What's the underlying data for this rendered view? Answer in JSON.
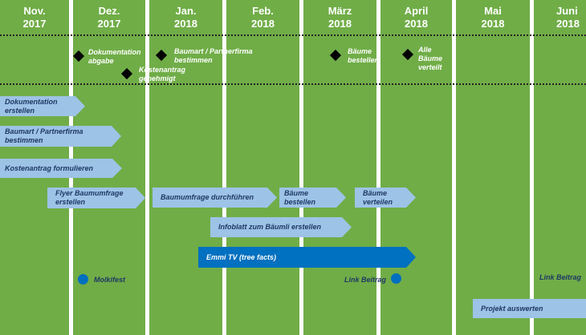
{
  "months": [
    {
      "name": "Nov.",
      "year": "2017"
    },
    {
      "name": "Dez.",
      "year": "2017"
    },
    {
      "name": "Jan.",
      "year": "2018"
    },
    {
      "name": "Feb.",
      "year": "2018"
    },
    {
      "name": "März",
      "year": "2018"
    },
    {
      "name": "April",
      "year": "2018"
    },
    {
      "name": "Mai",
      "year": "2018"
    },
    {
      "name": "Juni",
      "year": "2018"
    }
  ],
  "milestones": [
    {
      "line1": "Dokumentation",
      "line2": "abgabe"
    },
    {
      "line1": "Kostenantrag",
      "line2": "genehmigt"
    },
    {
      "line1": "Baumart / Partnerfirma",
      "line2": "bestimmen"
    },
    {
      "line1": "Bäume",
      "line2": "bestellen"
    },
    {
      "line1": "Alle",
      "line2": "Bäume",
      "line3": "verteilt"
    }
  ],
  "tasks": [
    {
      "line1": "Dokumentation",
      "line2": "erstellen"
    },
    {
      "line1": "Baumart / Partnerfirma",
      "line2": "bestimmen"
    },
    {
      "line1": "Kostenantrag formulieren"
    },
    {
      "line1": "Flyer Baumumfrage",
      "line2": "erstellen"
    },
    {
      "line1": "Baumumfrage durchführen"
    },
    {
      "line1": "Bäume",
      "line2": "bestellen"
    },
    {
      "line1": "Bäume",
      "line2": "verteilen"
    },
    {
      "line1": "Infoblatt zum Bäumli erstellen"
    },
    {
      "line1": "Emmi TV (tree facts)"
    },
    {
      "line1": "Projekt auswerten"
    }
  ],
  "events": [
    {
      "label": "Molkifest"
    },
    {
      "label": "Link Beitrag"
    },
    {
      "label": "Link Beitrag"
    }
  ],
  "colors": {
    "column_green": "#70ad47",
    "task_light_blue": "#9dc3e6",
    "task_dark_blue": "#0070c0",
    "milestone_black": "#000000"
  }
}
